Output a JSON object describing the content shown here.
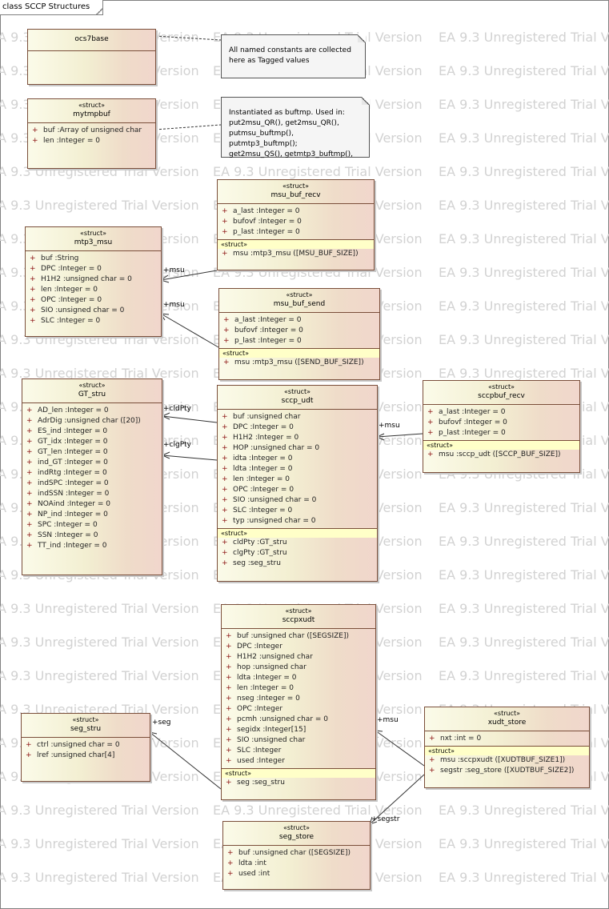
{
  "diagram": {
    "frame_title": "class SCCP Structures"
  },
  "watermark": {
    "text": "EA 9.3 Unregistered Trial Version"
  },
  "classes": {
    "ocs7base": {
      "name": "ocs7base"
    },
    "mytmpbuf": {
      "stereotype": "«struct»",
      "name": "mytmpbuf",
      "attributes": [
        {
          "vis": "+",
          "text": "buf  :Array of unsigned char"
        },
        {
          "vis": "+",
          "text": "len  :Integer = 0"
        }
      ]
    },
    "msu_buf_recv": {
      "stereotype": "«struct»",
      "name": "msu_buf_recv",
      "attributes": [
        {
          "vis": "+",
          "text": "a_last  :Integer = 0"
        },
        {
          "vis": "+",
          "text": "bufovf  :Integer = 0"
        },
        {
          "vis": "+",
          "text": "p_last  :Integer = 0"
        }
      ],
      "assoc_label": "«struct»",
      "assoc": [
        {
          "vis": "+",
          "text": "msu  :mtp3_msu ([MSU_BUF_SIZE])"
        }
      ]
    },
    "mtp3_msu": {
      "stereotype": "«struct»",
      "name": "mtp3_msu",
      "attributes": [
        {
          "vis": "+",
          "text": "buf  :String"
        },
        {
          "vis": "+",
          "text": "DPC  :Integer = 0"
        },
        {
          "vis": "+",
          "text": "H1H2  :unsigned char = 0"
        },
        {
          "vis": "+",
          "text": "len  :Integer = 0"
        },
        {
          "vis": "+",
          "text": "OPC  :Integer = 0"
        },
        {
          "vis": "+",
          "text": "SIO  :unsigned char = 0"
        },
        {
          "vis": "+",
          "text": "SLC  :Integer = 0"
        }
      ]
    },
    "msu_buf_send": {
      "stereotype": "«struct»",
      "name": "msu_buf_send",
      "attributes": [
        {
          "vis": "+",
          "text": "a_last  :Integer = 0"
        },
        {
          "vis": "+",
          "text": "bufovf  :Integer = 0"
        },
        {
          "vis": "+",
          "text": "p_last  :Integer = 0"
        }
      ],
      "assoc_label": "«struct»",
      "assoc": [
        {
          "vis": "+",
          "text": "msu  :mtp3_msu ([SEND_BUF_SIZE])"
        }
      ]
    },
    "gt_stru": {
      "stereotype": "«struct»",
      "name": "GT_stru",
      "attributes": [
        {
          "vis": "+",
          "text": "AD_len  :Integer = 0"
        },
        {
          "vis": "+",
          "text": "AdrDig  :unsigned char ([20])"
        },
        {
          "vis": "+",
          "text": "ES_ind  :Integer = 0"
        },
        {
          "vis": "+",
          "text": "GT_idx  :Integer = 0"
        },
        {
          "vis": "+",
          "text": "GT_len  :Integer = 0"
        },
        {
          "vis": "+",
          "text": "ind_GT  :Integer = 0"
        },
        {
          "vis": "+",
          "text": "indRtg  :Integer = 0"
        },
        {
          "vis": "+",
          "text": "indSPC  :Integer = 0"
        },
        {
          "vis": "+",
          "text": "indSSN  :Integer = 0"
        },
        {
          "vis": "+",
          "text": "NOAind  :Integer = 0"
        },
        {
          "vis": "+",
          "text": "NP_ind  :Integer = 0"
        },
        {
          "vis": "+",
          "text": "SPC  :Integer = 0"
        },
        {
          "vis": "+",
          "text": "SSN  :Integer = 0"
        },
        {
          "vis": "+",
          "text": "TT_ind  :Integer = 0"
        }
      ]
    },
    "sccp_udt": {
      "stereotype": "«struct»",
      "name": "sccp_udt",
      "attributes": [
        {
          "vis": "+",
          "text": "buf  :unsigned char"
        },
        {
          "vis": "+",
          "text": "DPC  :Integer = 0"
        },
        {
          "vis": "+",
          "text": "H1H2  :Integer = 0"
        },
        {
          "vis": "+",
          "text": "HOP  :unsigned char = 0"
        },
        {
          "vis": "+",
          "text": "idta  :Integer = 0"
        },
        {
          "vis": "+",
          "text": "ldta  :Integer = 0"
        },
        {
          "vis": "+",
          "text": "len  :Integer = 0"
        },
        {
          "vis": "+",
          "text": "OPC  :Integer = 0"
        },
        {
          "vis": "+",
          "text": "SIO  :unsigned char = 0"
        },
        {
          "vis": "+",
          "text": "SLC  :Integer = 0"
        },
        {
          "vis": "+",
          "text": "typ  :unsigned char = 0"
        }
      ],
      "assoc_label": "«struct»",
      "assoc": [
        {
          "vis": "+",
          "text": "cldPty  :GT_stru"
        },
        {
          "vis": "+",
          "text": "clgPty  :GT_stru"
        },
        {
          "vis": "+",
          "text": "seg  :seg_stru"
        }
      ]
    },
    "sccpbuf_recv": {
      "stereotype": "«struct»",
      "name": "sccpbuf_recv",
      "attributes": [
        {
          "vis": "+",
          "text": "a_last  :Integer = 0"
        },
        {
          "vis": "+",
          "text": "bufovf  :Integer = 0"
        },
        {
          "vis": "+",
          "text": "p_last  :Integer = 0"
        }
      ],
      "assoc_label": "«struct»",
      "assoc": [
        {
          "vis": "+",
          "text": "msu  :sccp_udt ([SCCP_BUF_SIZE])"
        }
      ]
    },
    "sccpxudt": {
      "stereotype": "«struct»",
      "name": "sccpxudt",
      "attributes": [
        {
          "vis": "+",
          "text": "buf  :unsigned char ([SEGSIZE])"
        },
        {
          "vis": "+",
          "text": "DPC  :Integer"
        },
        {
          "vis": "+",
          "text": "H1H2  :unsigned char"
        },
        {
          "vis": "+",
          "text": "hop  :unsigned char"
        },
        {
          "vis": "+",
          "text": "ldta  :Integer = 0"
        },
        {
          "vis": "+",
          "text": "len  :Integer = 0"
        },
        {
          "vis": "+",
          "text": "nseg  :Integer = 0"
        },
        {
          "vis": "+",
          "text": "OPC  :Integer"
        },
        {
          "vis": "+",
          "text": "pcmh  :unsigned char = 0"
        },
        {
          "vis": "+",
          "text": "segidx  :Integer[15]"
        },
        {
          "vis": "+",
          "text": "SIO  :unsigned char"
        },
        {
          "vis": "+",
          "text": "SLC  :Integer"
        },
        {
          "vis": "+",
          "text": "used  :Integer"
        }
      ],
      "assoc_label": "«struct»",
      "assoc": [
        {
          "vis": "+",
          "text": "seg  :seg_stru"
        }
      ]
    },
    "seg_stru": {
      "stereotype": "«struct»",
      "name": "seg_stru",
      "attributes": [
        {
          "vis": "+",
          "text": "ctrl  :unsigned char = 0"
        },
        {
          "vis": "+",
          "text": "lref  :unsigned char[4]"
        }
      ]
    },
    "xudt_store": {
      "stereotype": "«struct»",
      "name": "xudt_store",
      "attributes": [
        {
          "vis": "+",
          "text": "nxt  :int = 0"
        }
      ],
      "assoc_label": "«struct»",
      "assoc": [
        {
          "vis": "+",
          "text": "msu  :sccpxudt ([XUDTBUF_SIZE1])"
        },
        {
          "vis": "+",
          "text": "segstr  :seg_store ([XUDTBUF_SIZE2])"
        }
      ]
    },
    "seg_store": {
      "stereotype": "«struct»",
      "name": "seg_store",
      "attributes": [
        {
          "vis": "+",
          "text": "buf  :unsigned char ([SEGSIZE])"
        },
        {
          "vis": "+",
          "text": "ldta  :int"
        },
        {
          "vis": "+",
          "text": "used  :int"
        }
      ]
    }
  },
  "notes": {
    "ocs7base_note": "All named constants are collected\nhere as Tagged values",
    "mytmpbuf_note": "Instantiated as buftmp. Used in:\nput2msu_QR(), get2msu_QR(),\nputmsu_buftmp(), putmtp3_buftmp();\nget2msu_QS(), getmtp3_buftmp(),"
  },
  "roles": {
    "recv_msu": "+msu",
    "send_msu": "+msu",
    "cld": "+cldPty",
    "clg": "+clgPty",
    "sccp_msu": "+msu",
    "seg": "+seg",
    "xudt_msu": "+msu",
    "segstr": "+segstr"
  }
}
